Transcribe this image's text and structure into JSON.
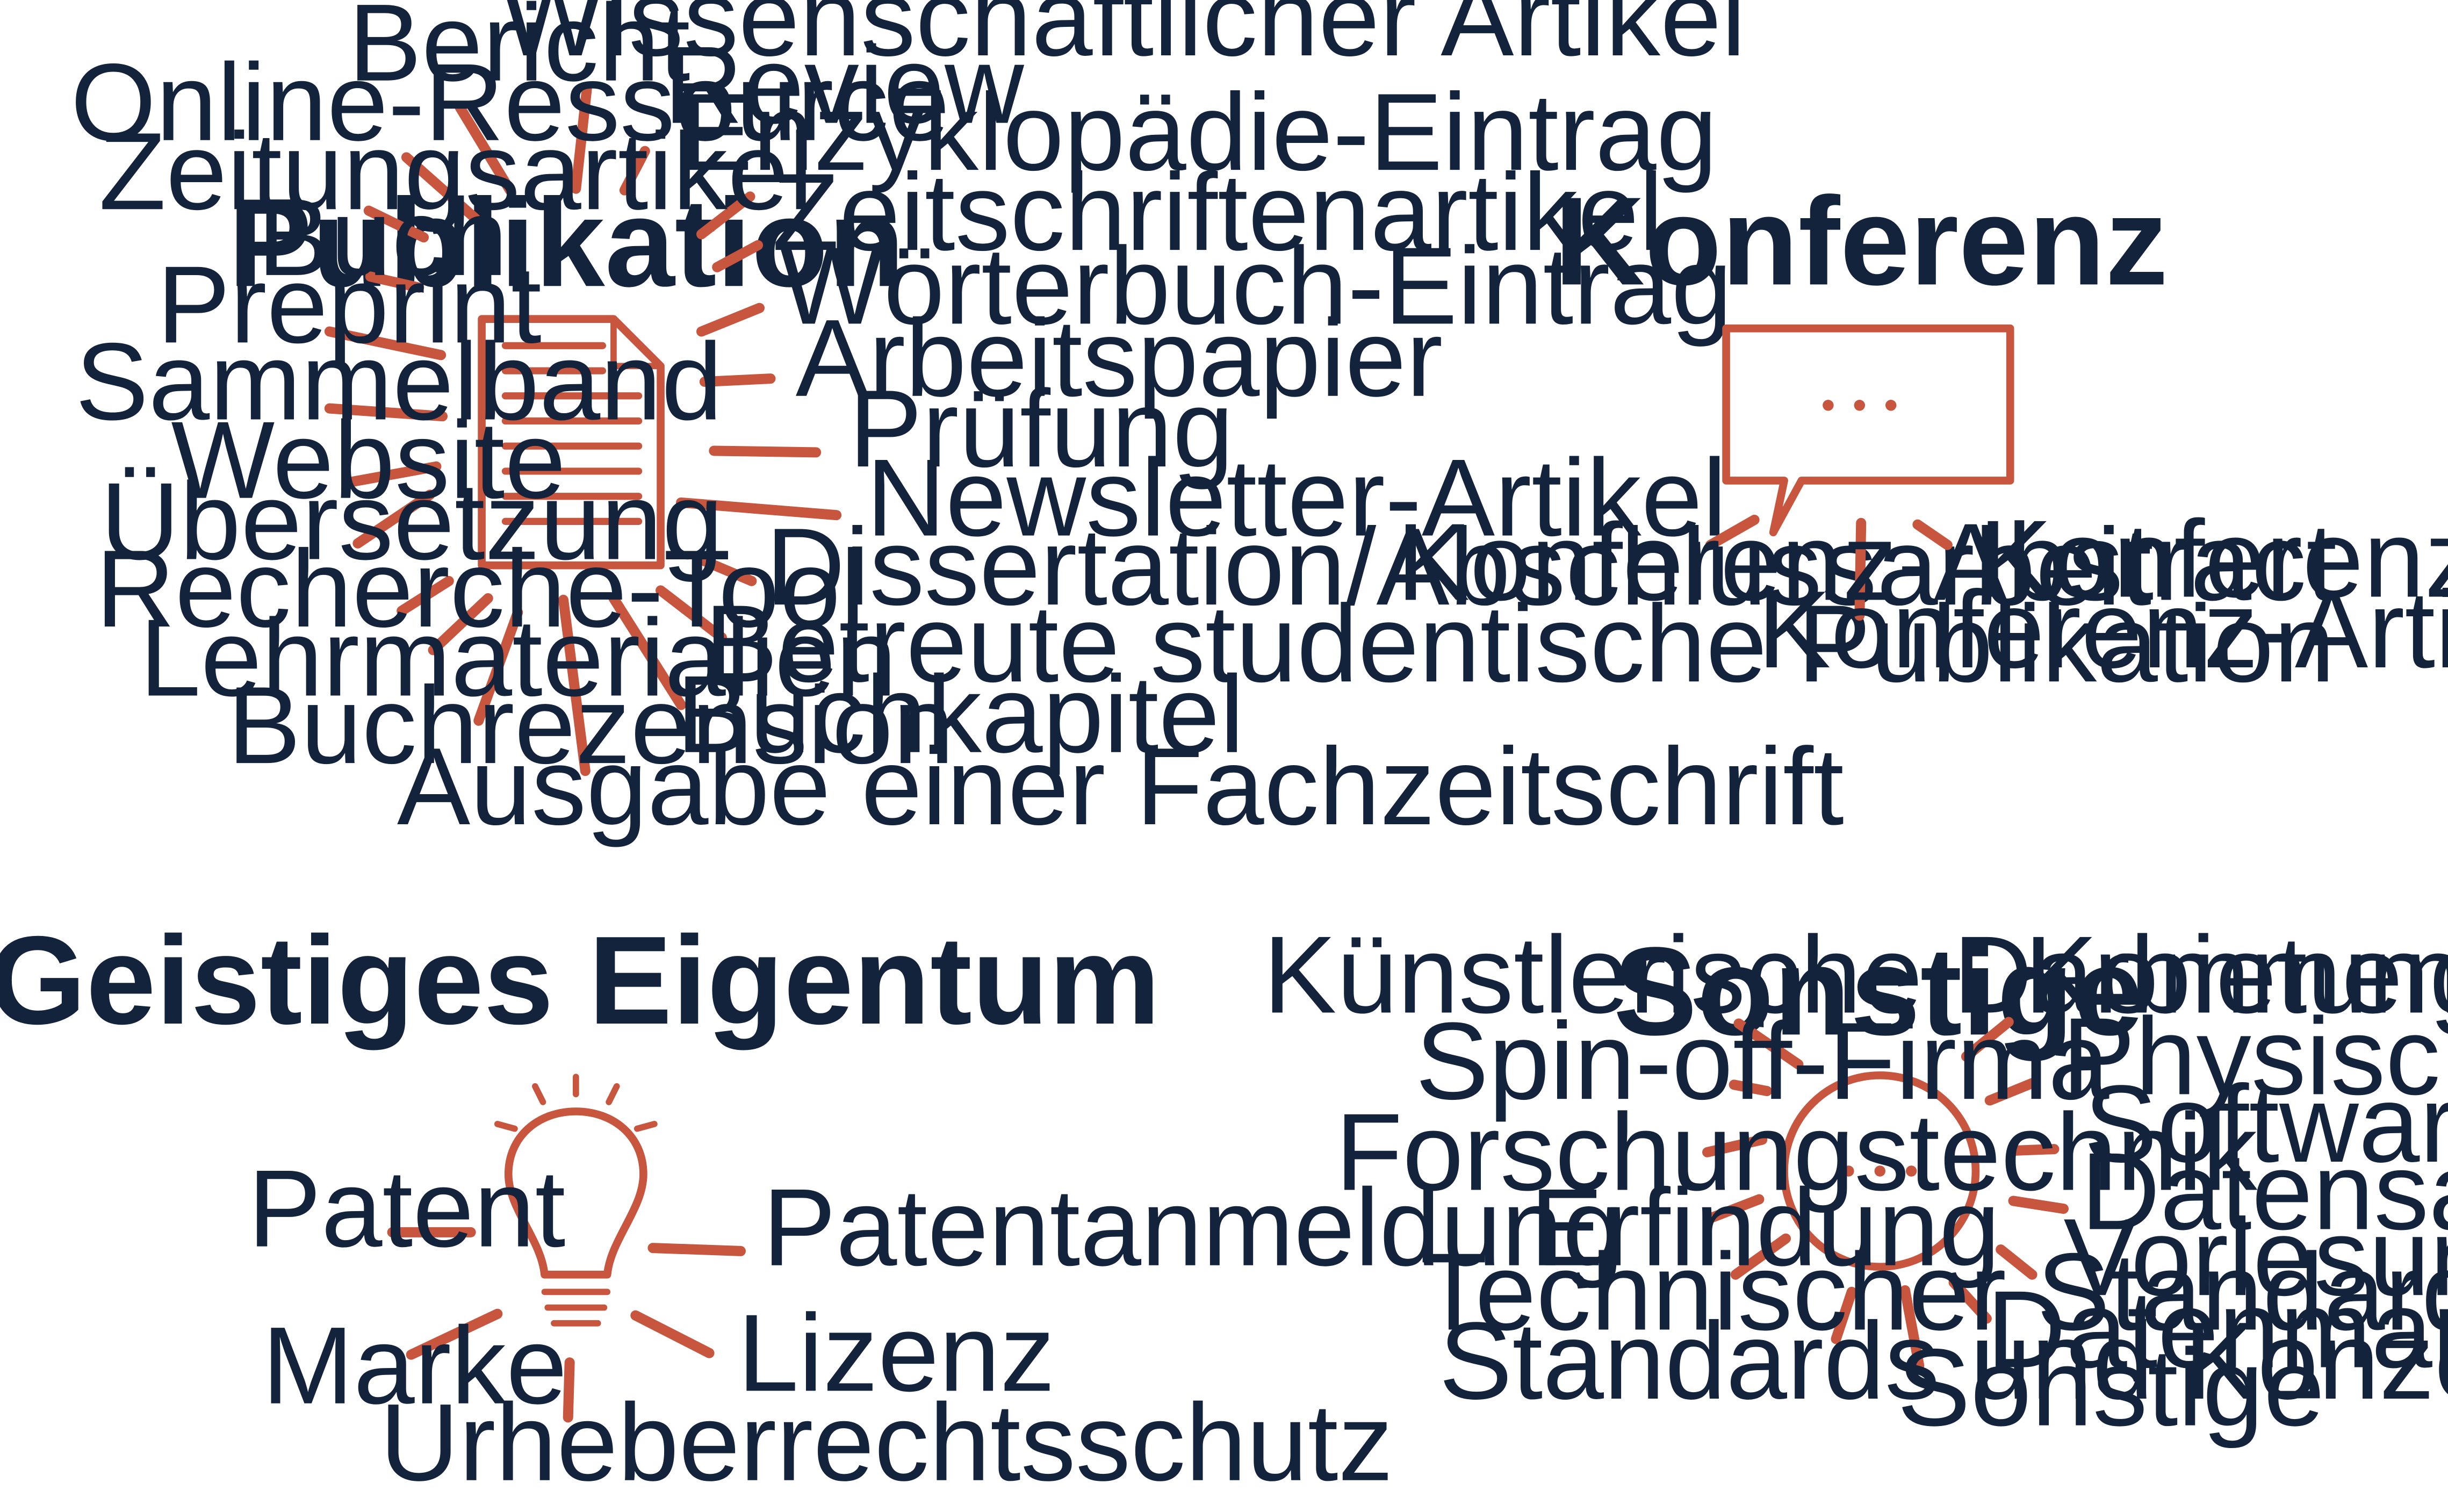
{
  "accent_color": "#c8553d",
  "text_color": "#14233c",
  "groups": {
    "publikation": {
      "title": "Publikation",
      "icon": "document-icon",
      "items": [
        "Bericht",
        "Wissenschaftlicher Artikel",
        "Review",
        "Enzyklopädie-Eintrag",
        "Online-Ressource",
        "Zeitungsartikel",
        "Zeitschriftenartikel",
        "Buch",
        "Wörterbuch-Eintrag",
        "Preprint",
        "Arbeitspapier",
        "Sammelband",
        "Prüfung",
        "Website",
        "Newsletter-Artikel",
        "Übersetzung",
        "Dissertation/Abschlussarbeit",
        "Recherche-Tool",
        "Betreute studentische Publikation",
        "Lehrmaterialien",
        "Buchkapitel",
        "Buchrezension",
        "Ausgabe einer Fachzeitschrift"
      ]
    },
    "konferenz": {
      "title": "Konferenz",
      "icon": "speech-bubble-icon",
      "items": [
        "Konferenz-Abstract",
        "Konferenz-Poster",
        "Konferenz-Artikel"
      ]
    },
    "geistiges_eigentum": {
      "title": "Geistiges Eigentum",
      "icon": "light-bulb-icon",
      "items": [
        "Patent",
        "Patentanmeldung",
        "Marke",
        "Lizenz",
        "Urheberrechtsschutz"
      ]
    },
    "sonstige": {
      "title": "Sonstige",
      "icon": "ellipsis-circle-icon",
      "items": [
        "Künstlerische Darbietung",
        "Kommentar",
        "Spin-off-Firma",
        "Physisches Objekt",
        "Software",
        "Forschungstechnik",
        "Datensatz",
        "Erfindung",
        "Vorlesung/Referat",
        "Technischer Standard",
        "Datenmanagementplan",
        "Standards und Konzepte",
        "Sonstige"
      ]
    }
  }
}
